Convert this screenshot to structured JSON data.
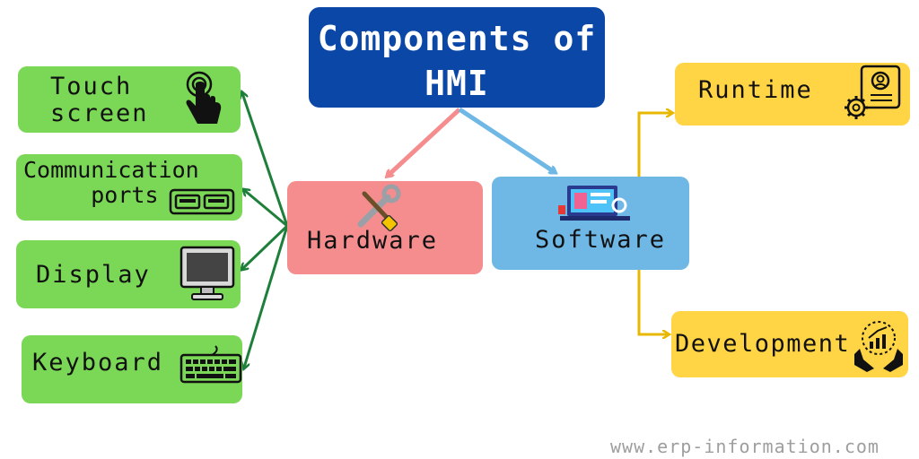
{
  "title": "Components of\nHMI",
  "nodes": {
    "hardware": "Hardware",
    "software": "Software",
    "touch_screen": "Touch\nscreen",
    "communication_ports": "Communication\n     ports",
    "display": "Display",
    "keyboard": "Keyboard",
    "runtime": "Runtime",
    "development": "Development"
  },
  "icons": {
    "hardware": "wrench-screwdriver-icon",
    "software": "software-screen-icon",
    "touch_screen": "hand-tap-icon",
    "communication_ports": "usb-ports-icon",
    "display": "monitor-icon",
    "keyboard": "keyboard-icon",
    "runtime": "gear-profile-icon",
    "development": "hands-growth-icon"
  },
  "colors": {
    "title": "#0b47a7",
    "hardware": "#f58d8f",
    "software": "#6fb8e6",
    "hardware_items": "#7bd756",
    "software_items": "#ffd445",
    "green_connector": "#1e7f3a",
    "yellow_connector": "#e8b800"
  },
  "watermark": "www.erp-information.com"
}
